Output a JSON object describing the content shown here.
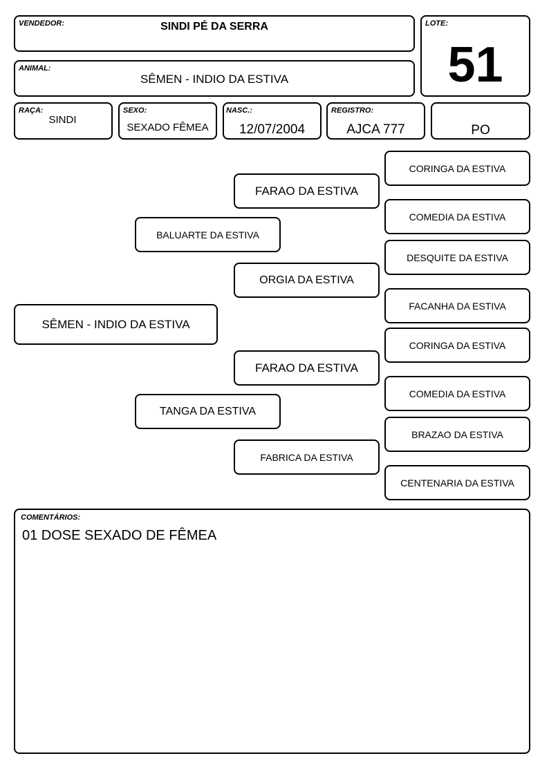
{
  "header": {
    "vendor_label": "VENDEDOR:",
    "vendor": "SINDI PÉ DA SERRA",
    "lot_label": "LOTE:",
    "lot": "51",
    "animal_label": "ANIMAL:",
    "animal": "SÊMEN - INDIO DA ESTIVA"
  },
  "info": {
    "breed_label": "RAÇA:",
    "breed": "SINDI",
    "sex_label": "SEXO:",
    "sex": "SEXADO FÊMEA",
    "birth_label": "NASC.:",
    "birth": "12/07/2004",
    "registry_label": "REGISTRO:",
    "registry": "AJCA 777",
    "category": "PO"
  },
  "pedigree": {
    "animal": "SÊMEN - INDIO DA ESTIVA",
    "sire": "BALUARTE DA ESTIVA",
    "dam": "TANGA DA ESTIVA",
    "sire_sire": "FARAO DA ESTIVA",
    "sire_dam": "ORGIA DA ESTIVA",
    "dam_sire": "FARAO DA ESTIVA",
    "dam_dam": "FABRICA DA ESTIVA",
    "gg": [
      "CORINGA DA ESTIVA",
      "COMEDIA DA ESTIVA",
      "DESQUITE DA ESTIVA",
      "FACANHA DA ESTIVA",
      "CORINGA DA ESTIVA",
      "COMEDIA DA ESTIVA",
      "BRAZAO DA ESTIVA",
      "CENTENARIA DA ESTIVA"
    ]
  },
  "comments": {
    "label": "COMENTÁRIOS:",
    "text": "01 DOSE SEXADO DE FÊMEA"
  }
}
